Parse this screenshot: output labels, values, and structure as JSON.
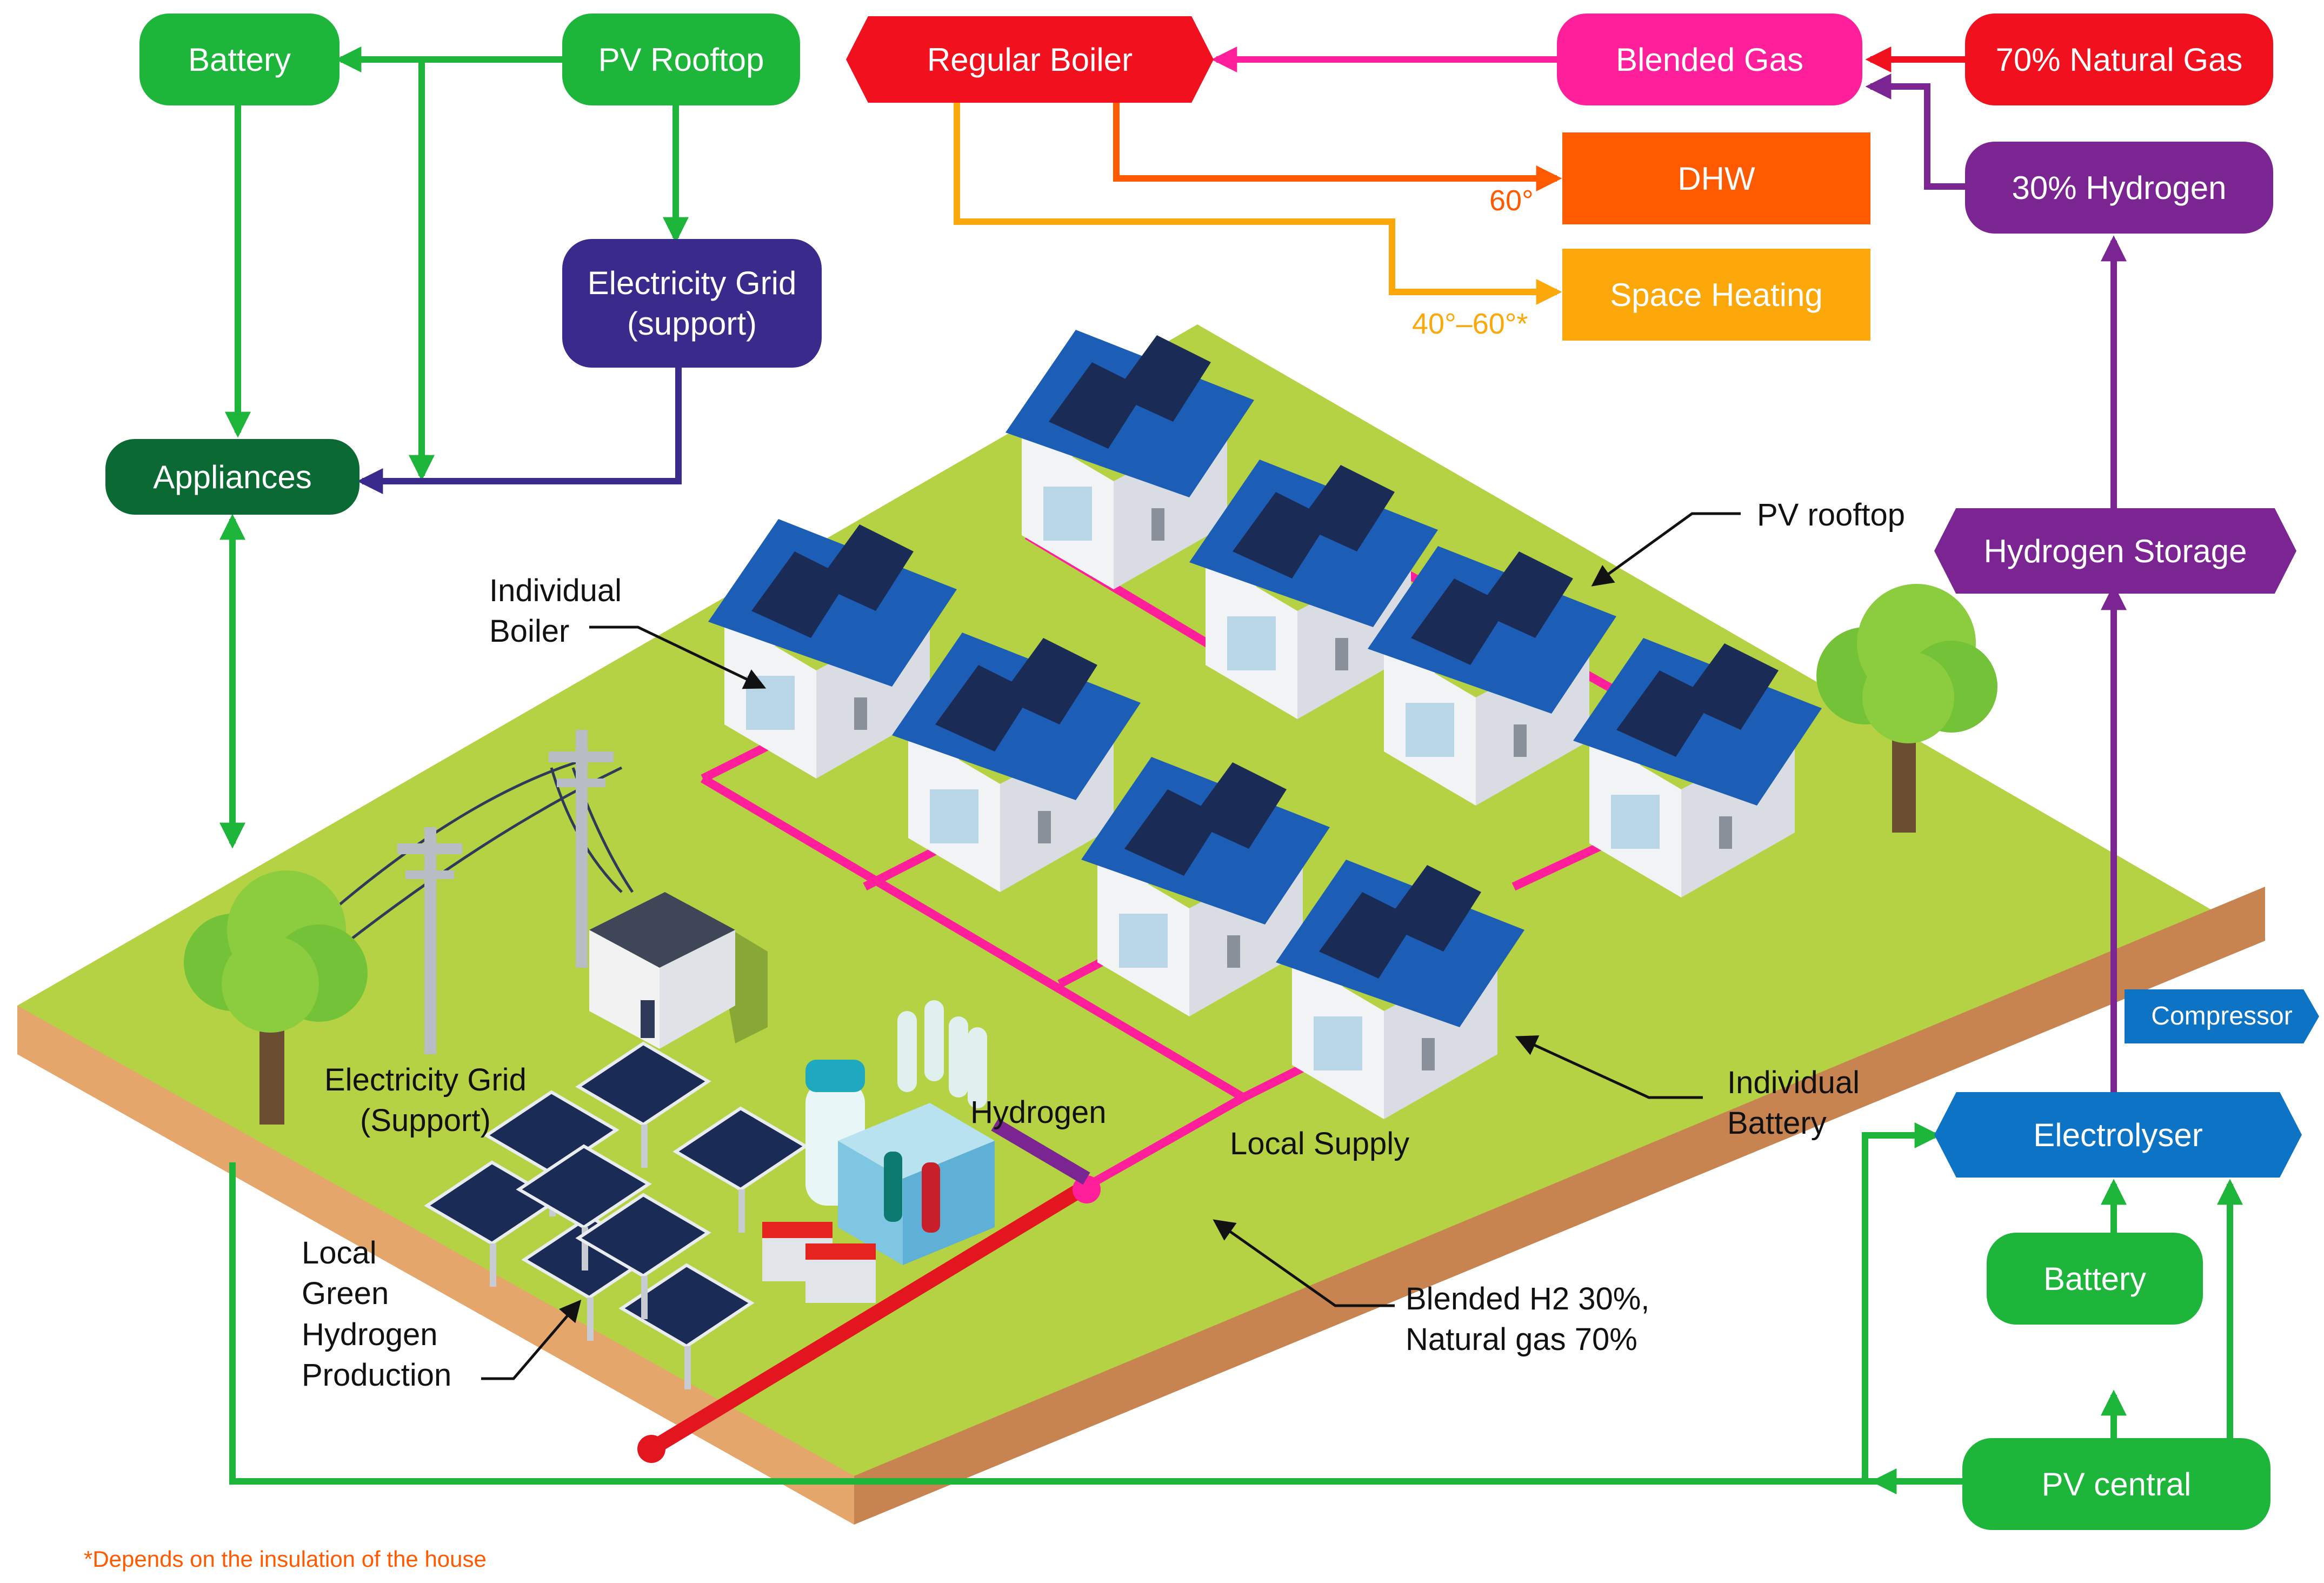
{
  "nodes": {
    "battery_top": "Battery",
    "pv_rooftop": "PV Rooftop",
    "electricity_grid": "Electricity Grid\n(support)",
    "appliances": "Appliances",
    "regular_boiler": "Regular Boiler",
    "blended_gas": "Blended Gas",
    "natural_gas": "70% Natural Gas",
    "hydrogen_30": "30% Hydrogen",
    "dhw": "DHW",
    "space_heating": "Space Heating",
    "hydrogen_storage": "Hydrogen Storage",
    "compressor": "Compressor",
    "electrolyser": "Electrolyser",
    "battery_right": "Battery",
    "pv_central": "PV central"
  },
  "temps": {
    "dhw": "60°",
    "space_heating": "40°–60°*"
  },
  "labels": {
    "individual_boiler": "Individual\nBoiler",
    "pv_rooftop": "PV rooftop",
    "electricity_grid_support": "Electricity Grid\n(Support)",
    "hydrogen": "Hydrogen",
    "local_supply": "Local Supply",
    "individual_battery": "Individual\nBattery",
    "local_green_hydrogen": "Local\nGreen\nHydrogen\nProduction",
    "blended_h2": "Blended H2 30%,\nNatural gas 70%"
  },
  "footnote": "*Depends on the insulation of the house",
  "colors": {
    "green": "#1db53a",
    "dark_green": "#0b6a34",
    "navy": "#3a2a8c",
    "red": "#f0101e",
    "pink": "#ff1f9b",
    "orange": "#ff5a00",
    "amber": "#fca70a",
    "purple": "#7b2592",
    "blue": "#0d73c5",
    "grass": "#b5d244",
    "soil": "#e5a66c",
    "roof": "#1c5eb5"
  }
}
